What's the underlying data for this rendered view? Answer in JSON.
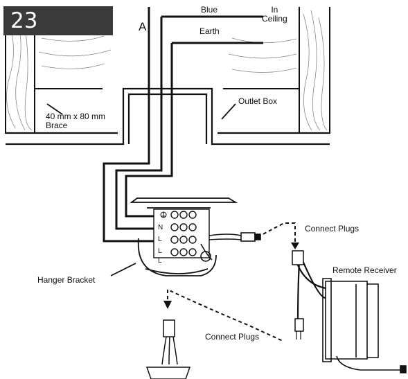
{
  "step_number": "23",
  "labels": {
    "point_a": "A",
    "blue": "Blue",
    "in_ceiling": "In\nCeiling",
    "earth": "Earth",
    "brace": "40 mm x 80 mm\nBrace",
    "outlet_box": "Outlet Box",
    "connect_plugs_top": "Connect Plugs",
    "remote_receiver": "Remote Receiver",
    "hanger_bracket": "Hanger Bracket",
    "connect_plugs_bottom": "Connect Plugs"
  },
  "terminal_letters": [
    "N",
    "L",
    "L",
    "L"
  ],
  "colors": {
    "line": "#111111",
    "wood": "#777777",
    "badge": "#3a3a3a"
  }
}
